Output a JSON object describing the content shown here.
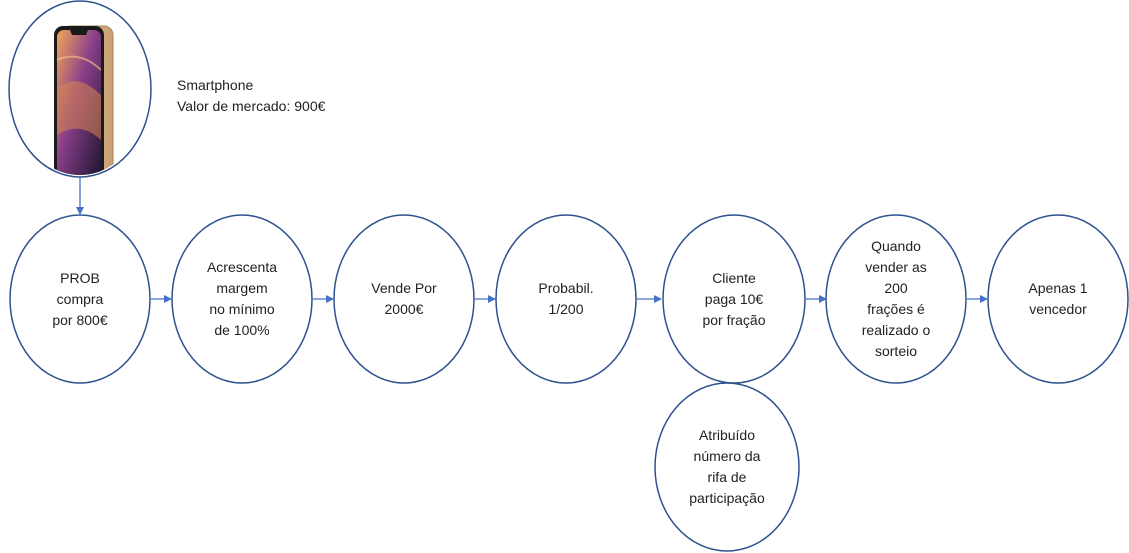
{
  "colors": {
    "node_stroke": "#2f528f",
    "arrow": "#4472c4",
    "text": "#222222"
  },
  "product": {
    "name": "Smartphone",
    "market_value": "Valor de mercado: 900€",
    "image_icon": "smartphone-icon"
  },
  "steps": [
    {
      "id": "buy",
      "text": "PROB\ncompra\npor 800€"
    },
    {
      "id": "margin",
      "text": "Acrescenta\nmargem\nno mínimo\nde 100%"
    },
    {
      "id": "sell",
      "text": "Vende Por\n2000€"
    },
    {
      "id": "probability",
      "text": "Probabil.\n1/200"
    },
    {
      "id": "client",
      "text": "Cliente\npaga 10€\npor fração"
    },
    {
      "id": "draw",
      "text": "Quando\nvender as\n200\nfrações é\nrealizado o\nsorteio"
    },
    {
      "id": "winner",
      "text": "Apenas 1\nvencedor"
    }
  ],
  "side_step": {
    "id": "raffle-number",
    "text": "Atribuído\nnúmero da\nrifa de\nparticipação"
  }
}
